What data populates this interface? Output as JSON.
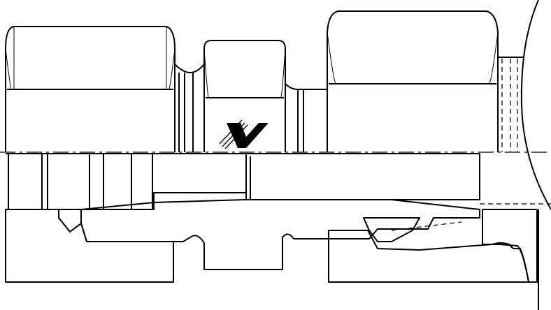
{
  "drawing": {
    "kind": "cross-section line drawing of a tube fitting assembly",
    "parts": [
      {
        "id": "left-nut",
        "icon": "hex-nut"
      },
      {
        "id": "body-hex",
        "icon": "hex-body"
      },
      {
        "id": "right-nut",
        "icon": "hex-nut"
      },
      {
        "id": "tube",
        "icon": "tube-section"
      }
    ],
    "logo_icon": "brand-logo-mark",
    "colors": {
      "line": "#000000",
      "background": "#ffffff"
    }
  }
}
